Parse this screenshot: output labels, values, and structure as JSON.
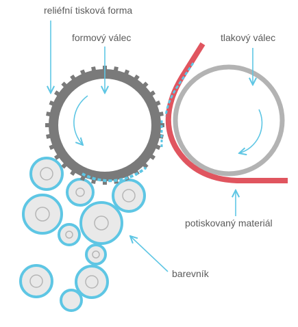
{
  "labels": {
    "plate": "reliéfní tisková forma",
    "plate_cylinder": "formový válec",
    "impression_cylinder": "tlakový válec",
    "substrate": "potiskovaný materiál",
    "inking_unit": "barevník"
  },
  "colors": {
    "plate_cylinder": "#7a7a7a",
    "impression_cylinder": "#b3b3b3",
    "substrate": "#e0555f",
    "ink_blue": "#5ec6e4",
    "roller_fill": "#e9e9e9",
    "roller_core": "#b5b5b5",
    "text": "#5a5a5a"
  }
}
